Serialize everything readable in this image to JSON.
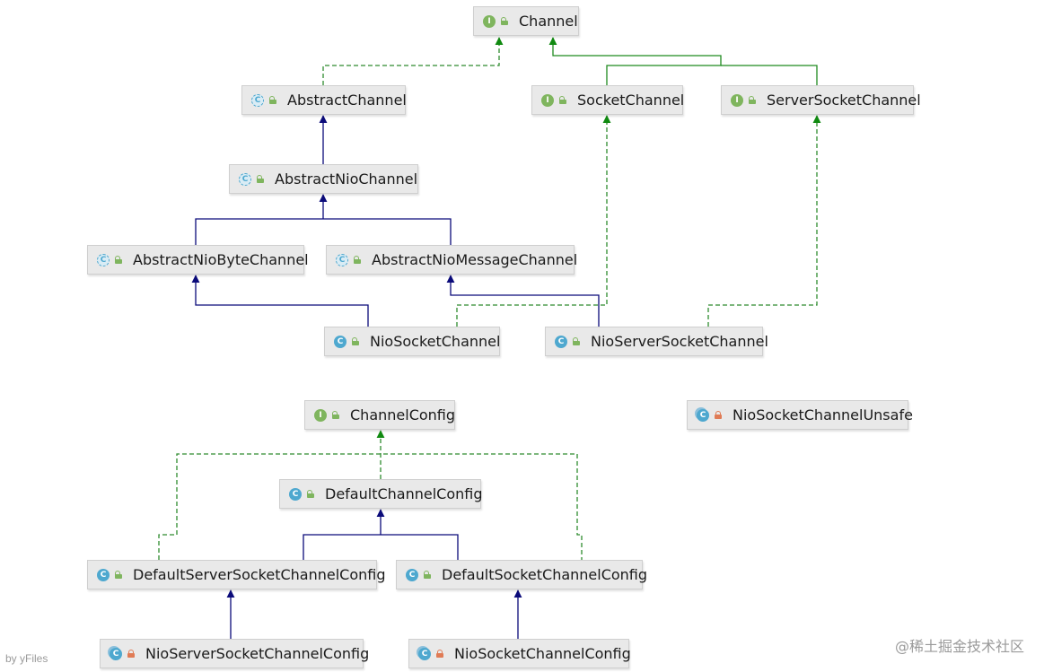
{
  "nodes": {
    "channel": {
      "name": "Channel",
      "kind": "I",
      "visibility": "public"
    },
    "abstract_channel": {
      "name": "AbstractChannel",
      "kind": "C",
      "visibility": "public"
    },
    "socket_channel": {
      "name": "SocketChannel",
      "kind": "I",
      "visibility": "public"
    },
    "server_socket_channel": {
      "name": "ServerSocketChannel",
      "kind": "I",
      "visibility": "public"
    },
    "abstract_nio_channel": {
      "name": "AbstractNioChannel",
      "kind": "C",
      "visibility": "public"
    },
    "abstract_nio_byte_channel": {
      "name": "AbstractNioByteChannel",
      "kind": "C",
      "visibility": "public"
    },
    "abstract_nio_message_channel": {
      "name": "AbstractNioMessageChannel",
      "kind": "C",
      "visibility": "public"
    },
    "nio_socket_channel": {
      "name": "NioSocketChannel",
      "kind": "C",
      "visibility": "public"
    },
    "nio_server_socket_channel": {
      "name": "NioServerSocketChannel",
      "kind": "C",
      "visibility": "public"
    },
    "channel_config": {
      "name": "ChannelConfig",
      "kind": "I",
      "visibility": "public"
    },
    "nio_socket_channel_unsafe": {
      "name": "NioSocketChannelUnsafe",
      "kind": "C",
      "visibility": "private"
    },
    "default_channel_config": {
      "name": "DefaultChannelConfig",
      "kind": "C",
      "visibility": "public"
    },
    "default_server_socket_channel_config": {
      "name": "DefaultServerSocketChannelConfig",
      "kind": "C",
      "visibility": "public"
    },
    "default_socket_channel_config": {
      "name": "DefaultSocketChannelConfig",
      "kind": "C",
      "visibility": "public"
    },
    "nio_server_socket_channel_config": {
      "name": "NioServerSocketChannelConfig",
      "kind": "C",
      "visibility": "private"
    },
    "nio_socket_channel_config": {
      "name": "NioSocketChannelConfig",
      "kind": "C",
      "visibility": "private"
    }
  },
  "edges": [
    {
      "from": "abstract_channel",
      "to": "channel",
      "type": "implements"
    },
    {
      "from": "socket_channel",
      "to": "channel",
      "type": "extends-interface"
    },
    {
      "from": "server_socket_channel",
      "to": "channel",
      "type": "extends-interface"
    },
    {
      "from": "abstract_nio_channel",
      "to": "abstract_channel",
      "type": "extends"
    },
    {
      "from": "abstract_nio_byte_channel",
      "to": "abstract_nio_channel",
      "type": "extends"
    },
    {
      "from": "abstract_nio_message_channel",
      "to": "abstract_nio_channel",
      "type": "extends"
    },
    {
      "from": "nio_socket_channel",
      "to": "abstract_nio_byte_channel",
      "type": "extends"
    },
    {
      "from": "nio_socket_channel",
      "to": "socket_channel",
      "type": "implements"
    },
    {
      "from": "nio_server_socket_channel",
      "to": "abstract_nio_message_channel",
      "type": "extends"
    },
    {
      "from": "nio_server_socket_channel",
      "to": "server_socket_channel",
      "type": "implements"
    },
    {
      "from": "default_channel_config",
      "to": "channel_config",
      "type": "implements"
    },
    {
      "from": "default_server_socket_channel_config",
      "to": "channel_config",
      "type": "implements"
    },
    {
      "from": "default_socket_channel_config",
      "to": "channel_config",
      "type": "implements"
    },
    {
      "from": "default_server_socket_channel_config",
      "to": "default_channel_config",
      "type": "extends"
    },
    {
      "from": "default_socket_channel_config",
      "to": "default_channel_config",
      "type": "extends"
    },
    {
      "from": "nio_server_socket_channel_config",
      "to": "default_server_socket_channel_config",
      "type": "extends"
    },
    {
      "from": "nio_socket_channel_config",
      "to": "default_socket_channel_config",
      "type": "extends"
    }
  ],
  "colors": {
    "extends_edge": "#0b0b7a",
    "implements_edge": "#2e8b2e",
    "interface_edge": "#1f8a1f"
  },
  "footer": {
    "left": "by yFiles",
    "right": "@稀土掘金技术社区"
  }
}
